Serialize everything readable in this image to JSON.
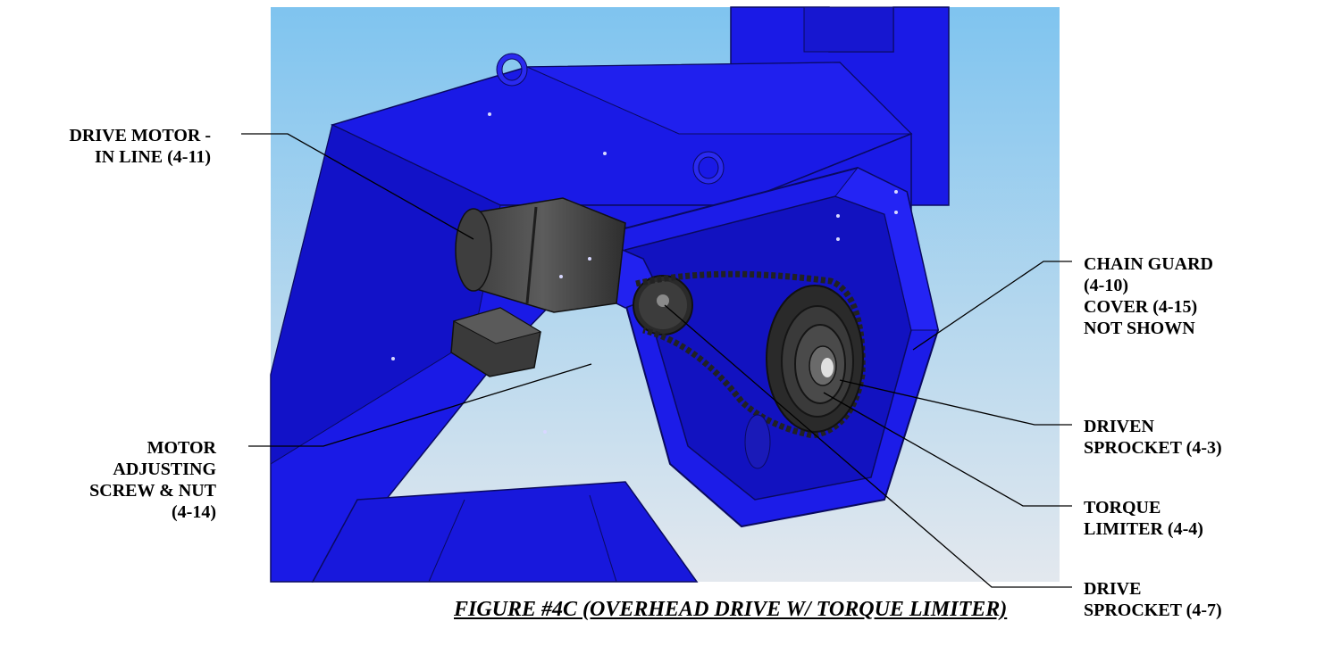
{
  "figure": {
    "caption": "FIGURE #4C (OVERHEAD DRIVE W/ TORQUE LIMITER)"
  },
  "callouts": {
    "drive_motor": [
      "DRIVE MOTOR -",
      "IN LINE (4-11)"
    ],
    "motor_adjusting": [
      "MOTOR",
      "ADJUSTING",
      "SCREW & NUT",
      "(4-14)"
    ],
    "chain_guard": [
      "CHAIN GUARD",
      "(4-10)",
      "COVER (4-15)",
      "NOT SHOWN"
    ],
    "driven_sprocket": [
      "DRIVEN",
      "SPROCKET (4-3)"
    ],
    "torque_limiter": [
      "TORQUE",
      "LIMITER (4-4)"
    ],
    "drive_sprocket": [
      "DRIVE",
      "SPROCKET (4-7)"
    ]
  },
  "colors": {
    "sky_top": "#7fc4ef",
    "sky_bottom": "#e3e8ee",
    "machine_blue": "#1a1ae6",
    "machine_dark": "#0d0da8",
    "motor_gray": "#4a4a4a",
    "sprocket_dark": "#2a2a2a"
  }
}
